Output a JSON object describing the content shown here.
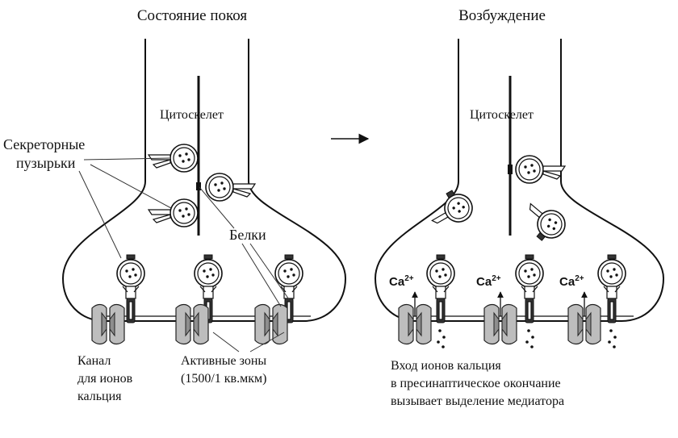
{
  "panels": {
    "rest": {
      "title": "Состояние покоя",
      "cytoskeleton": "Цитоскелет",
      "vesicles_label": [
        "Секреторные",
        "пузырьки"
      ],
      "proteins_label": "Белки",
      "channel_label": [
        "Канал",
        "для ионов",
        "кальция"
      ],
      "active_zones_label": [
        "Активные зоны",
        "(1500/1 кв.мкм)"
      ]
    },
    "excitation": {
      "title": "Возбуждение",
      "cytoskeleton": "Цитоскелет",
      "ion": "Ca",
      "ion_charge": "2+",
      "caption": [
        "Вход ионов кальция",
        "в пресинаптическое окончание",
        "вызывает выделение медиатора"
      ]
    }
  },
  "icons": {
    "transition_arrow": "right-arrow-icon",
    "vesicle": "vesicle-icon",
    "channel": "calcium-channel-icon"
  }
}
